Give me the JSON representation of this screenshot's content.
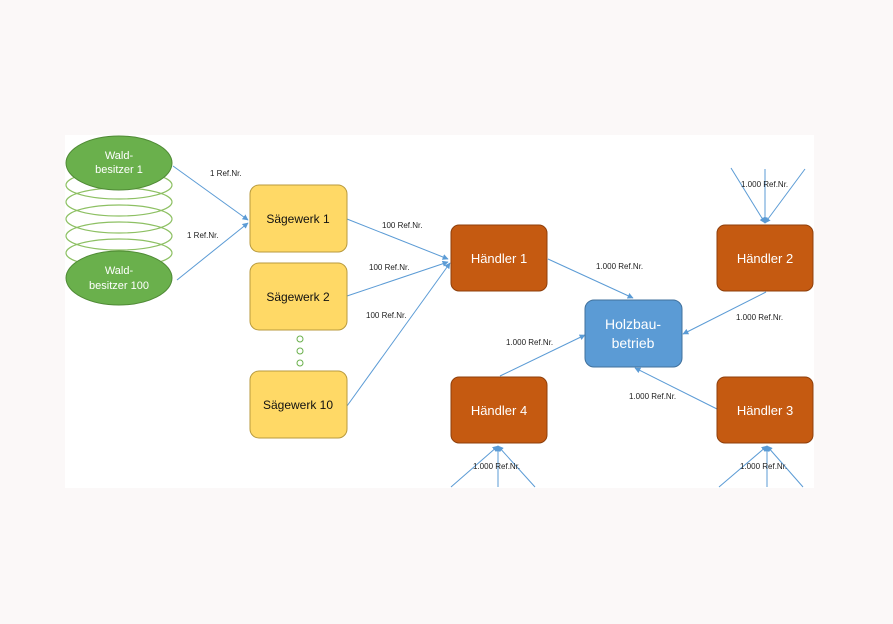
{
  "colors": {
    "forest_green": "#6ab04c",
    "forest_stroke": "#4f8a35",
    "sawmill_yellow": "#ffd966",
    "sawmill_stroke": "#b89a3e",
    "dealer_orange": "#c55a11",
    "dealer_stroke": "#8f3f0b",
    "company_blue": "#5b9bd5",
    "company_stroke": "#41719c",
    "arrow": "#5b9bd5",
    "ring": "#8dc063"
  },
  "nodes": {
    "waldbesitzer_1": [
      "Wald-",
      "besitzer 1"
    ],
    "waldbesitzer_100": [
      "Wald-",
      "besitzer 100"
    ],
    "saegewerk_1": "Sägewerk 1",
    "saegewerk_2": "Sägewerk 2",
    "saegewerk_10": "Sägewerk 10",
    "haendler_1": "Händler 1",
    "haendler_2": "Händler 2",
    "haendler_3": "Händler 3",
    "haendler_4": "Händler 4",
    "holzbaubetrieb": [
      "Holzbau-",
      "betrieb"
    ]
  },
  "edge_labels": {
    "wald1_to_saege1": "1 Ref.Nr.",
    "wald100_to_saege1": "1 Ref.Nr.",
    "saege1_to_haendler1": "100 Ref.Nr.",
    "saege2_to_haendler1": "100 Ref.Nr.",
    "saege10_to_haendler1": "100 Ref.Nr.",
    "haendler1_to_holzbau": "1.000 Ref.Nr.",
    "haendler2_to_holzbau": "1.000 Ref.Nr.",
    "haendler3_to_holzbau": "1.000 Ref.Nr.",
    "haendler4_to_holzbau": "1.000 Ref.Nr.",
    "into_haendler2": "1.000 Ref.Nr.",
    "into_haendler3": "1.000 Ref.Nr.",
    "into_haendler4": "1.000 Ref.Nr."
  }
}
